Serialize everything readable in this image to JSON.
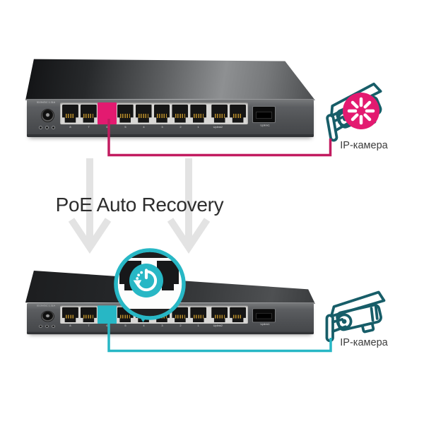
{
  "heading": "PoE Auto Recovery",
  "colors": {
    "pink": "#e31a70",
    "pink_line": "#c21c60",
    "teal": "#27b7c5",
    "teal_dark": "#175d68",
    "arrow": "#e3e3e3",
    "heading_text": "#2d2d2d",
    "label_text": "#3c3c3c"
  },
  "switch": {
    "power_label": "53.5V/DC 1.31A",
    "port_labels": [
      "8",
      "7",
      "6",
      "5",
      "4",
      "3",
      "2",
      "1",
      "Uplink2",
      ""
    ],
    "sfp_label": "Uplink1"
  },
  "before": {
    "camera_label": "IP-камера"
  },
  "after": {
    "camera_label": "IP-камера"
  }
}
